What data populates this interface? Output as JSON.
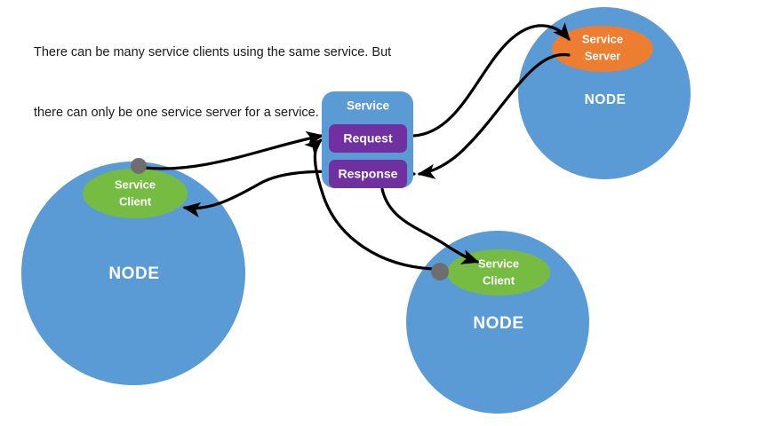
{
  "caption": {
    "line1": "There can be many service clients using the same service. But",
    "line2": "there can only be one service server for a service."
  },
  "service": {
    "title": "Service",
    "request_label": "Request",
    "response_label": "Response"
  },
  "nodes": {
    "top_right": {
      "node_label": "NODE",
      "role_line1": "Service",
      "role_line2": "Server"
    },
    "left": {
      "node_label": "NODE",
      "role_line1": "Service",
      "role_line2": "Client"
    },
    "bottom": {
      "node_label": "NODE",
      "role_line1": "Service",
      "role_line2": "Client"
    }
  },
  "colors": {
    "node_blue": "#5B9BD5",
    "service_box_blue": "#5B9BD5",
    "request_purple": "#7030A0",
    "response_purple": "#7030A0",
    "client_green": "#76BC43",
    "server_orange": "#ED7D31",
    "connector_dot_gray": "#6E6E6E",
    "arrow_black": "#000000",
    "text_white": "#FFFFFF",
    "caption_text": "#1A1A1A",
    "background": "#FFFFFF"
  },
  "icons": {
    "connector_dot": "connector-dot-icon",
    "arrow_head": "arrow-head-icon"
  }
}
